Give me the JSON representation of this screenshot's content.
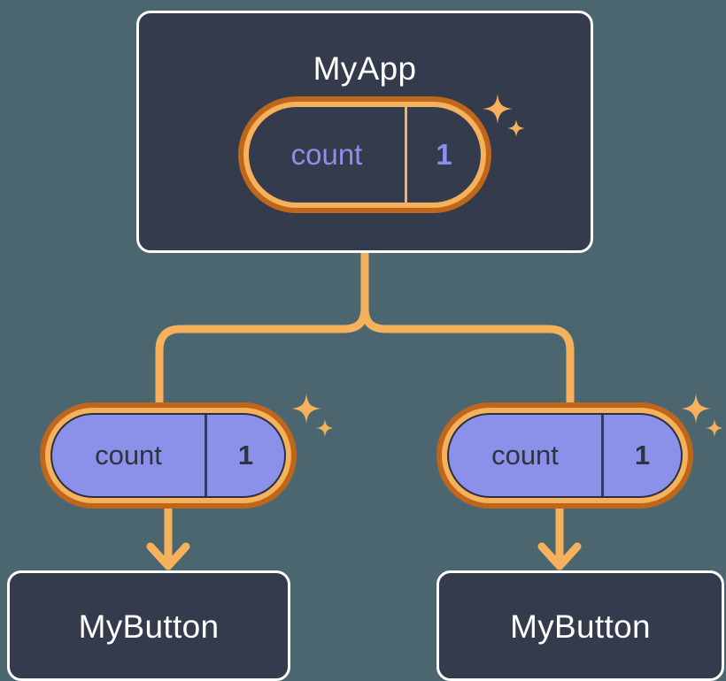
{
  "background_color": "#4c6670",
  "palette": {
    "node_fill": "#333b4d",
    "node_border": "#ffffff",
    "ring_outer": "#c0661a",
    "ring_inner": "#f5b15c",
    "wire": "#f5b15c",
    "state_purple": "#8b90e8",
    "text_light": "#ffffff",
    "text_dark": "#2d3440"
  },
  "diagram": {
    "type": "component-state-tree",
    "root": {
      "id": "myapp",
      "title": "MyApp",
      "state": {
        "key": "count",
        "value": "1",
        "style": "dark",
        "sparkle": true
      }
    },
    "states": [
      {
        "id": "state-left",
        "key": "count",
        "value": "1",
        "style": "purple",
        "sparkle": true
      },
      {
        "id": "state-right",
        "key": "count",
        "value": "1",
        "style": "purple",
        "sparkle": true
      }
    ],
    "leaves": [
      {
        "id": "button-left",
        "title": "MyButton"
      },
      {
        "id": "button-right",
        "title": "MyButton"
      }
    ]
  },
  "icons": {
    "sparkle_large": "sparkle-icon",
    "sparkle_small": "sparkle-small-icon",
    "arrow_down": "arrow-down-icon",
    "branch": "branch-connector-icon"
  }
}
